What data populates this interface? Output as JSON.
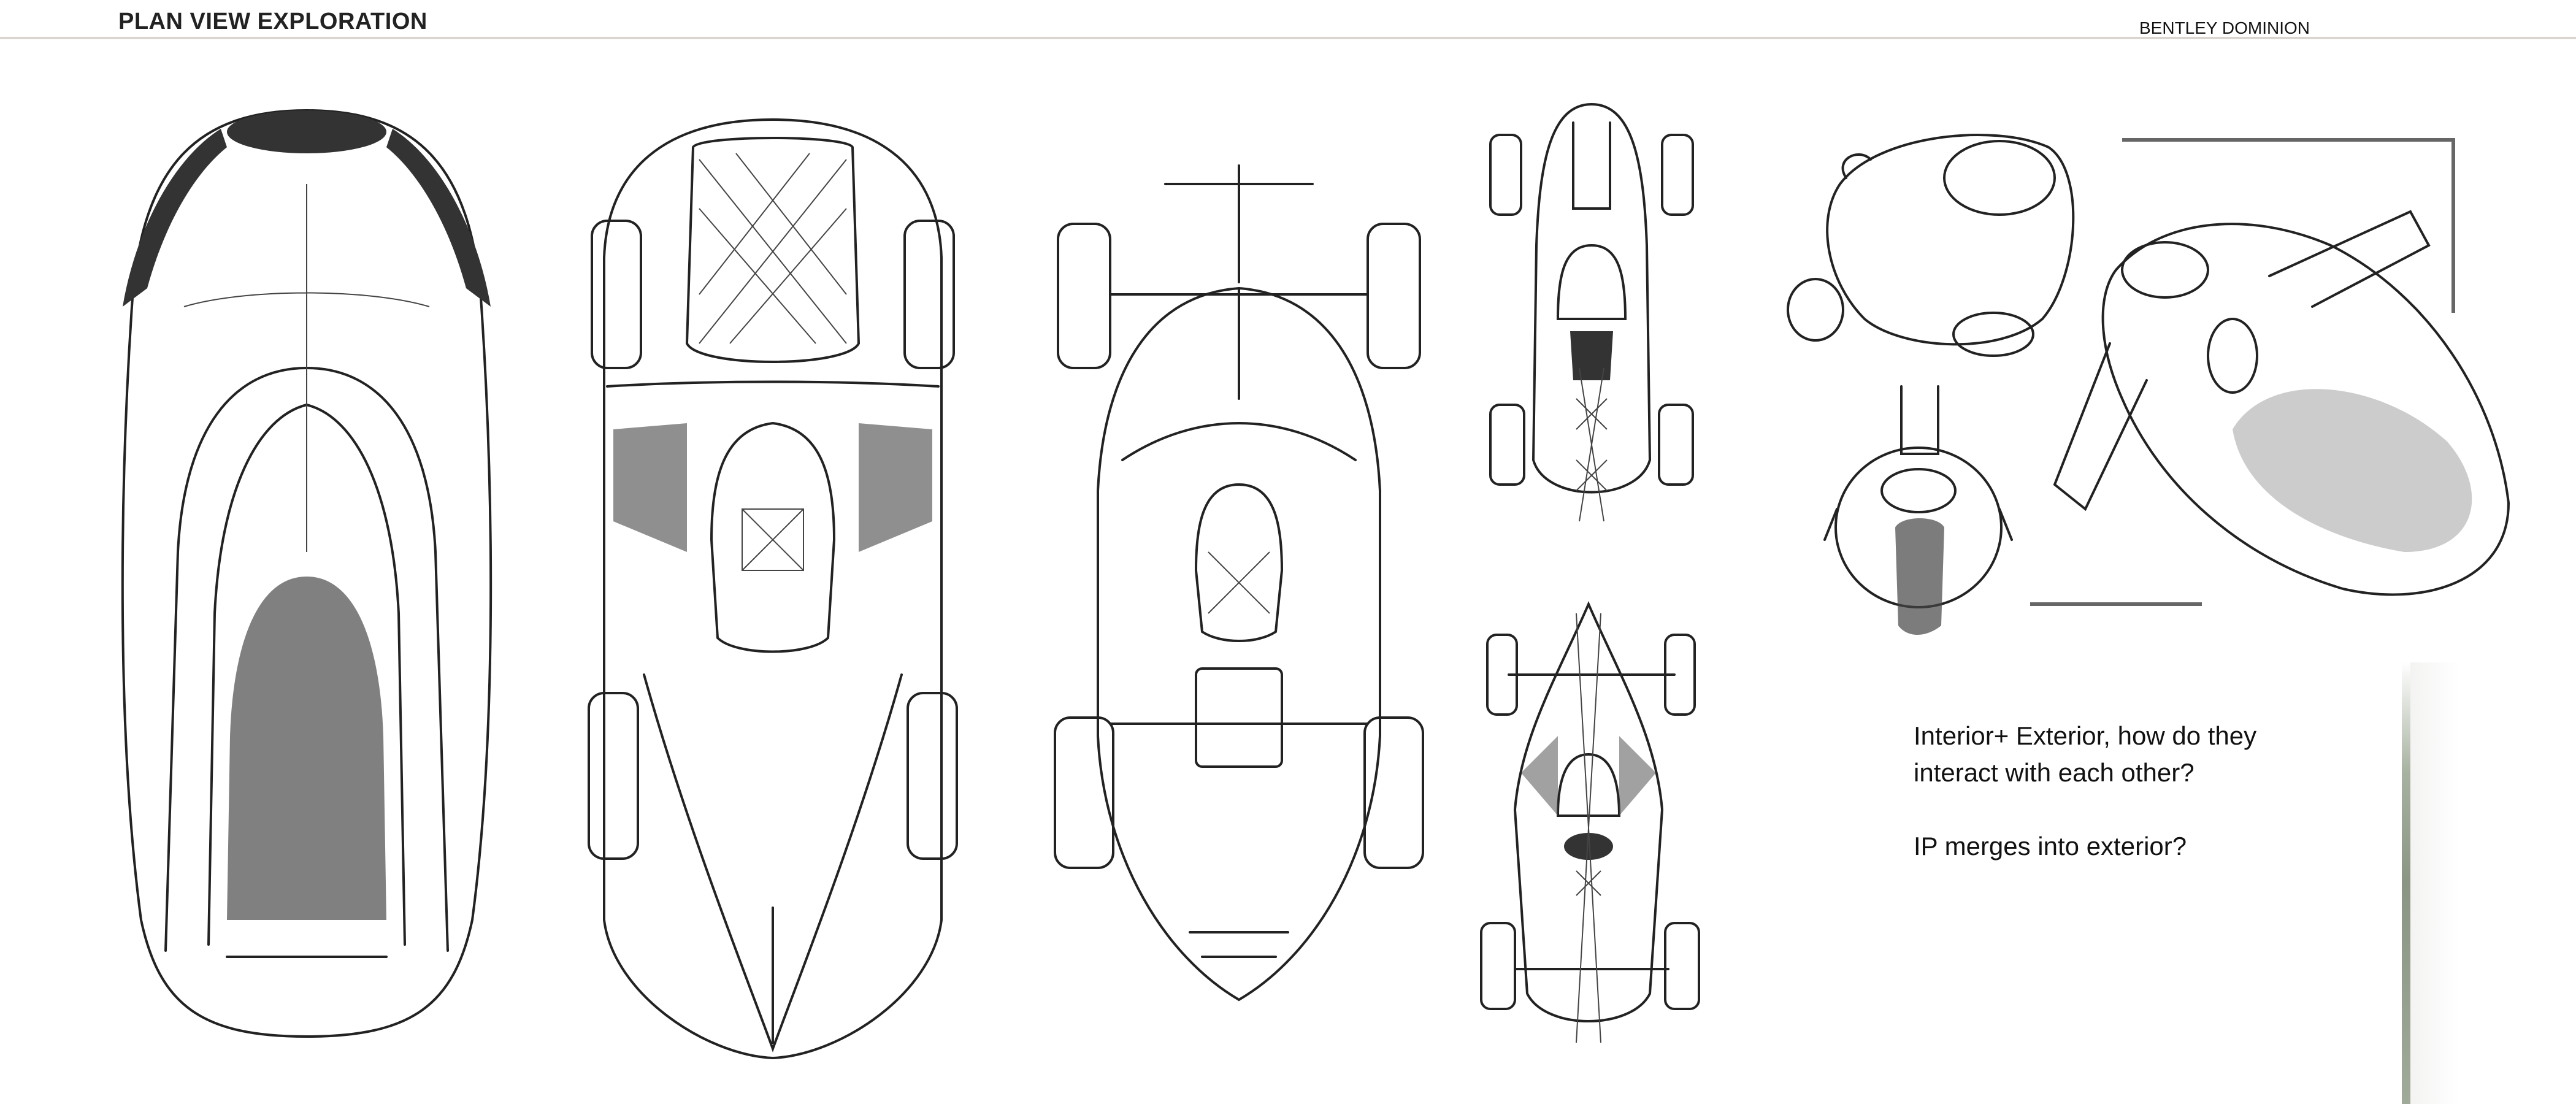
{
  "header": {
    "title": "PLAN VIEW EXPLORATION",
    "project": "BENTLEY DOMINION"
  },
  "notes": {
    "question_1": "Interior+ Exterior, how do they interact with each other?",
    "question_2": "IP merges into exterior?"
  },
  "colors": {
    "accent_bar": "#8a9583",
    "header_rule": "#cfcac2",
    "ink": "#222222"
  }
}
